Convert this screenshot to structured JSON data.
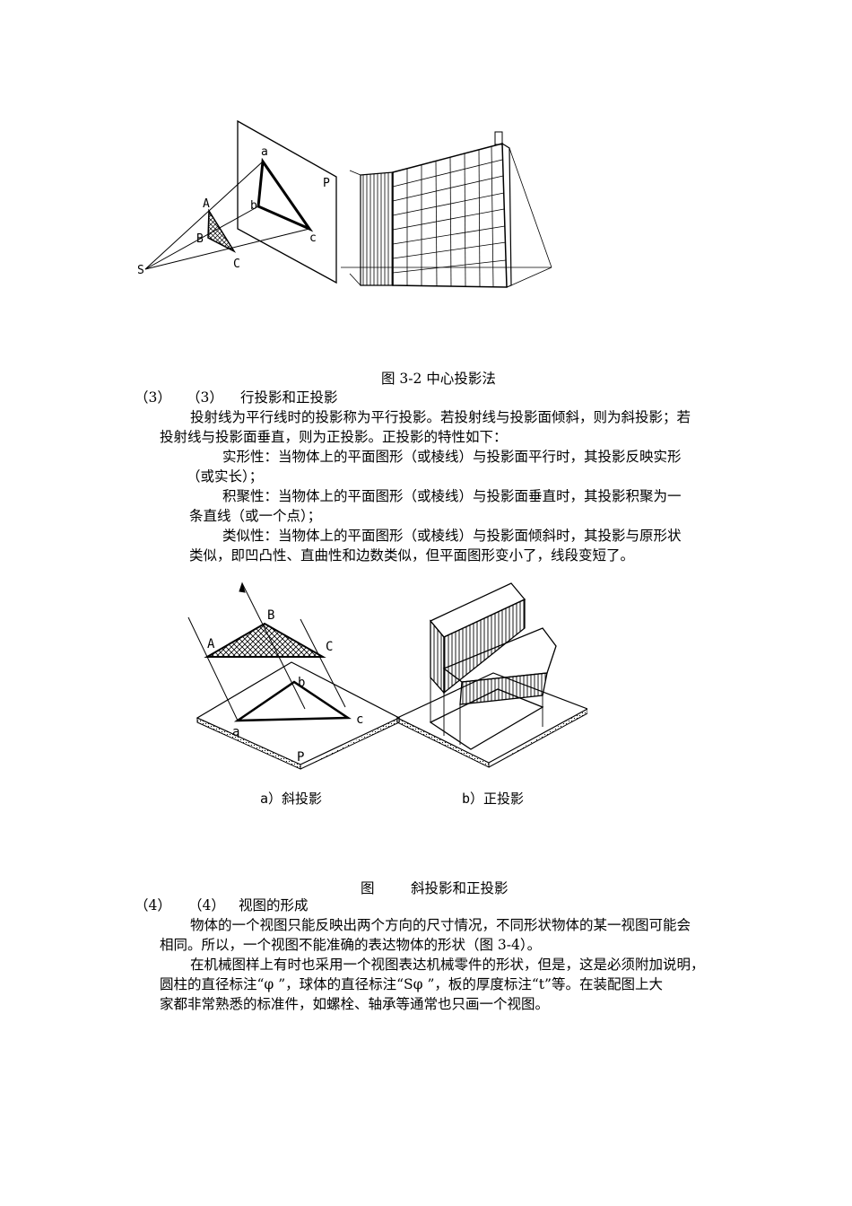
{
  "figure1": {
    "labels": {
      "a": "a",
      "b": "b",
      "c": "c",
      "A": "A",
      "B": "B",
      "C": "C",
      "S": "S",
      "P": "P"
    },
    "caption": "图 3-2  中心投影法"
  },
  "section3": {
    "num1": "（3）",
    "num2": "（3）",
    "heading": "行投影和正投影",
    "p1_line1": "投射线为平行线时的投影称为平行投影。若投射线与投影面倾斜，则为斜投影；若",
    "p1_line2": "投射线与投影面垂直，则为正投影。正投影的特性如下：",
    "p2_line1": "实形性：当物体上的平面图形（或棱线）与投影面平行时，其投影反映实形",
    "p2_line2": "（或实长）；",
    "p3_line1": "积聚性：当物体上的平面图形（或棱线）与投影面垂直时，其投影积聚为一",
    "p3_line2": "条直线（或一个点）；",
    "p4_line1": "类似性：当物体上的平面图形（或棱线）与投影面倾斜时，其投影与原形状",
    "p4_line2": "类似，即凹凸性、直曲性和边数类似，但平面图形变小了，线段变短了。"
  },
  "figure2": {
    "labels": {
      "A": "A",
      "B": "B",
      "C": "C",
      "a": "a",
      "b": "b",
      "c": "c",
      "P": "P"
    },
    "sub_a": "a）斜投影",
    "sub_b": "b）正投影",
    "caption_left": "图",
    "caption_right": "斜投影和正投影"
  },
  "section4": {
    "num1": "（4）",
    "num2": "（4）",
    "heading": "视图的形成",
    "p1_line1": "物体的一个视图只能反映出两个方向的尺寸情况，不同形状物体的某一视图可能会",
    "p1_line2": "相同。所以，一个视图不能准确的表达物体的形状（图 3-4）。",
    "p2_line1": "在机械图样上有时也采用一个视图表达机械零件的形状，但是，这是必须附加说明，",
    "p2_line2": "圆柱的直径标注“φ ”，球体的直径标注“Sφ ”，板的厚度标注“t”等。在装配图上大",
    "p2_line3": "家都非常熟悉的标准件，如螺栓、轴承等通常也只画一个视图。"
  }
}
